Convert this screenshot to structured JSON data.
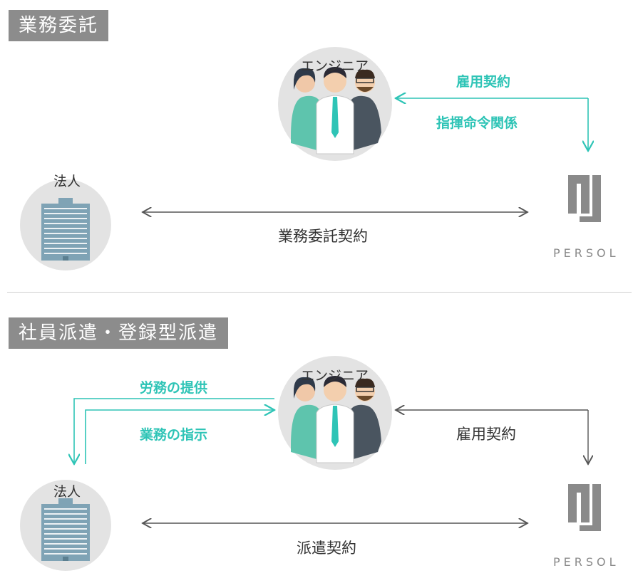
{
  "section1": {
    "tag": "業務委託",
    "engineer_label": "エンジニア",
    "corp_label": "法人",
    "employment_label": "雇用契約",
    "command_label": "指揮命令関係",
    "contract_label": "業務委託契約",
    "brand": "PERSOL"
  },
  "section2": {
    "tag": "社員派遣・登録型派遣",
    "engineer_label": "エンジニア",
    "corp_label": "法人",
    "labor_label": "労務の提供",
    "instruction_label": "業務の指示",
    "employment_label": "雇用契約",
    "contract_label": "派遣契約",
    "brand": "PERSOL"
  },
  "colors": {
    "teal": "#2ec4b6",
    "gray_tag": "#8c8c8c",
    "circle": "#e3e3e3",
    "logo": "#8a8a8a"
  }
}
